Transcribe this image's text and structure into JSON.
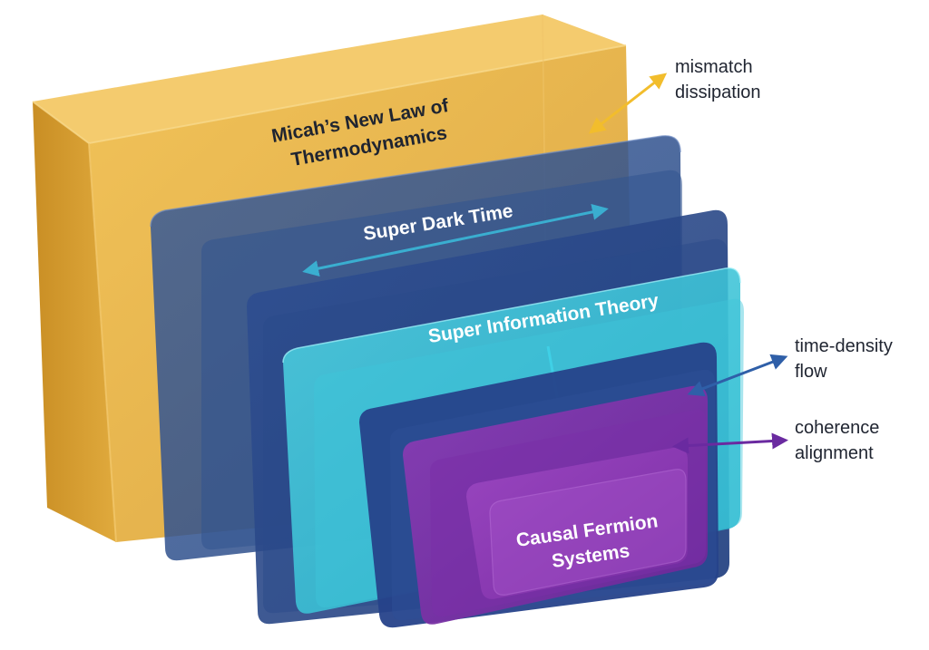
{
  "layers": {
    "outer": {
      "line1": "Micah’s New Law of",
      "line2": "Thermodynamics"
    },
    "dark_time": {
      "label": "Super Dark Time"
    },
    "info_theory": {
      "label": "Super Information Theory"
    },
    "fermion": {
      "line1": "Causal Fermion",
      "line2": "Systems"
    }
  },
  "annotations": {
    "mismatch": {
      "line1": "mismatch",
      "line2": "dissipation",
      "color": "#f2bd2c"
    },
    "time_density": {
      "line1": "time-density",
      "line2": "flow",
      "color": "#2f5fa8"
    },
    "coherence": {
      "line1": "coherence",
      "line2": "alignment",
      "color": "#6a2aa0"
    }
  },
  "colors": {
    "gold": "#e3ac3c",
    "navy": "#2c4f8f",
    "cyan": "#34c3d6",
    "purple": "#7a2fa6",
    "text_dark": "#1f2430"
  }
}
